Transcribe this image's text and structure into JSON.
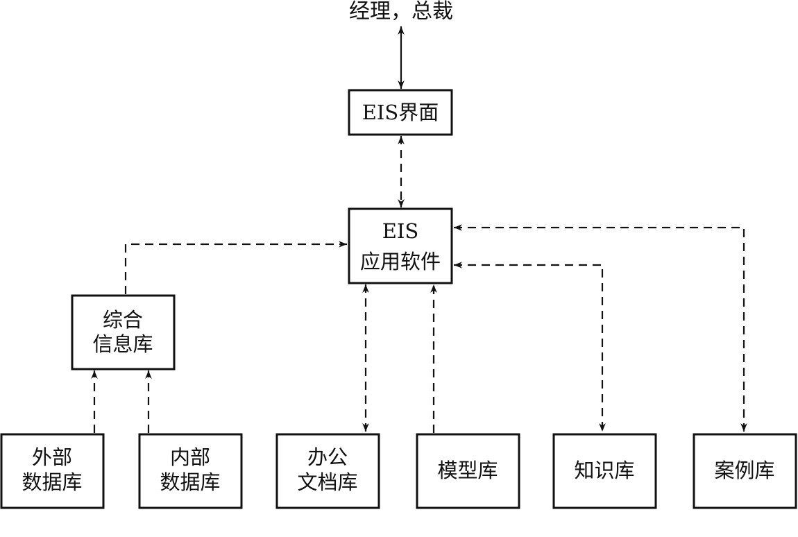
{
  "diagram": {
    "top_label": "经理，总裁",
    "nodes": {
      "eis_interface": {
        "lines": [
          "EIS界面"
        ]
      },
      "eis_app": {
        "lines": [
          "EIS",
          "应用软件"
        ]
      },
      "integrated_db": {
        "lines": [
          "综合",
          "信息库"
        ]
      },
      "external_db": {
        "lines": [
          "外部",
          "数据库"
        ]
      },
      "internal_db": {
        "lines": [
          "内部",
          "数据库"
        ]
      },
      "office_docs": {
        "lines": [
          "办公",
          "文档库"
        ]
      },
      "model_base": {
        "lines": [
          "模型库"
        ]
      },
      "knowledge_base": {
        "lines": [
          "知识库"
        ]
      },
      "case_base": {
        "lines": [
          "案例库"
        ]
      }
    }
  }
}
